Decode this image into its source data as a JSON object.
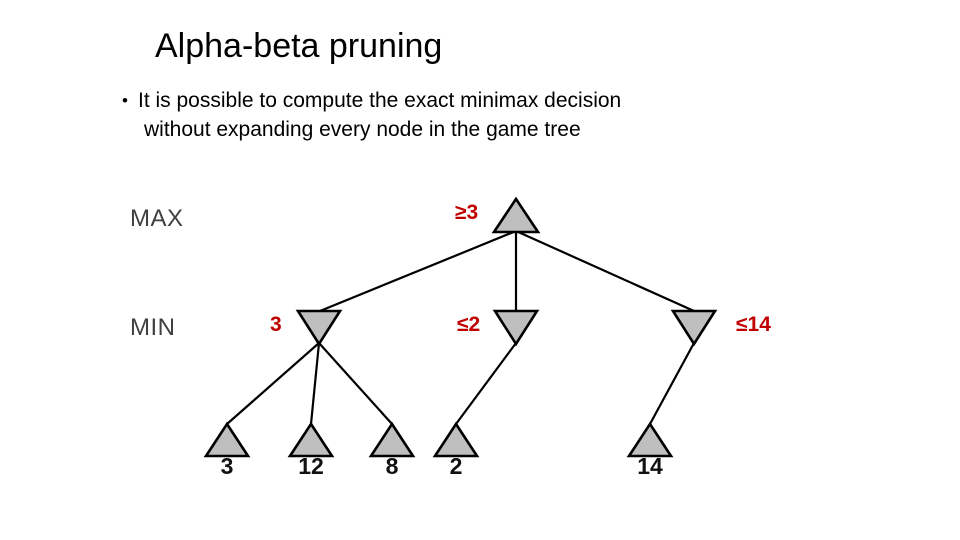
{
  "slide": {
    "title": "Alpha-beta pruning",
    "bullet_marker": "•",
    "bullet_line_1": "It is possible to compute the exact minimax decision",
    "bullet_line_2": "without expanding every node in the game tree"
  },
  "diagram": {
    "row_labels": [
      {
        "name": "max",
        "text": "MAX"
      },
      {
        "name": "min",
        "text": "MIN"
      }
    ],
    "root": {
      "value_label": "≥3",
      "shape": "triangle-up"
    },
    "min_nodes": [
      {
        "value_label": "3",
        "shape": "triangle-down"
      },
      {
        "value_label": "≤2",
        "shape": "triangle-down"
      },
      {
        "value_label": "≤14",
        "shape": "triangle-down"
      }
    ],
    "leaves": [
      {
        "value_label": "3",
        "shape": "triangle-up"
      },
      {
        "value_label": "12",
        "shape": "triangle-up"
      },
      {
        "value_label": "8",
        "shape": "triangle-up"
      },
      {
        "value_label": "2",
        "shape": "triangle-up"
      },
      {
        "value_label": "14",
        "shape": "triangle-up"
      }
    ],
    "colors": {
      "node_fill": "#bfbfbf",
      "node_stroke": "#000000",
      "value_red": "#c00000",
      "row_label_gray": "#3f3f3f",
      "leaf_label_black": "#111111",
      "background": "#ffffff"
    }
  }
}
